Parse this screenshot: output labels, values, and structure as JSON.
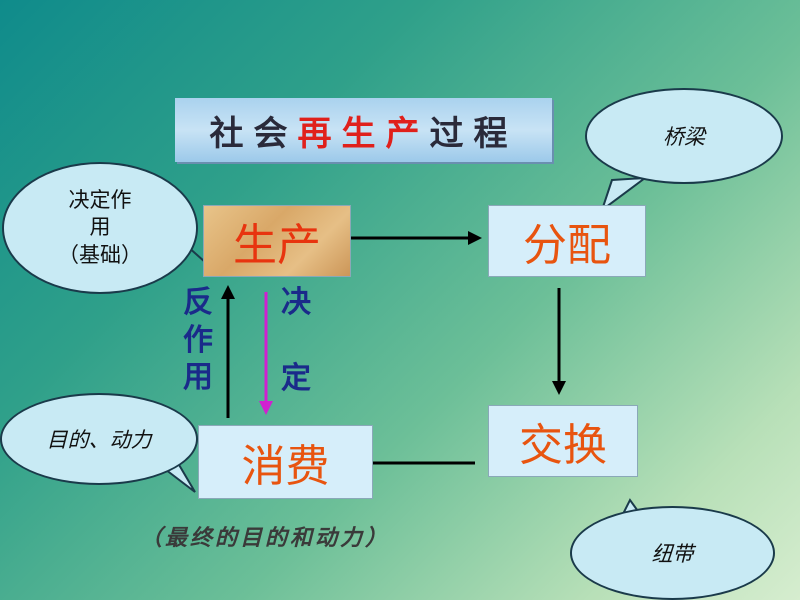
{
  "title": {
    "part1": "社会",
    "part2": "再生产",
    "part3": "过程"
  },
  "nodes": {
    "production": "生产",
    "distribution": "分配",
    "exchange": "交换",
    "consumption": "消费"
  },
  "vertical_labels": {
    "left": [
      "反",
      "作",
      "用"
    ],
    "right": [
      "决",
      "",
      "定"
    ]
  },
  "bubbles": {
    "decisive_line1": "决定作",
    "decisive_line2": "用",
    "decisive_line3": "（基础）",
    "bridge": "桥梁",
    "purpose": "目的、动力",
    "link": "纽带"
  },
  "footer": "（最终的目的和动力）",
  "colors": {
    "node_text": "#e8540f",
    "title_highlight": "#e0201b",
    "decide_arrow": "#d020d0",
    "vertical_text": "#1a2a8a"
  }
}
